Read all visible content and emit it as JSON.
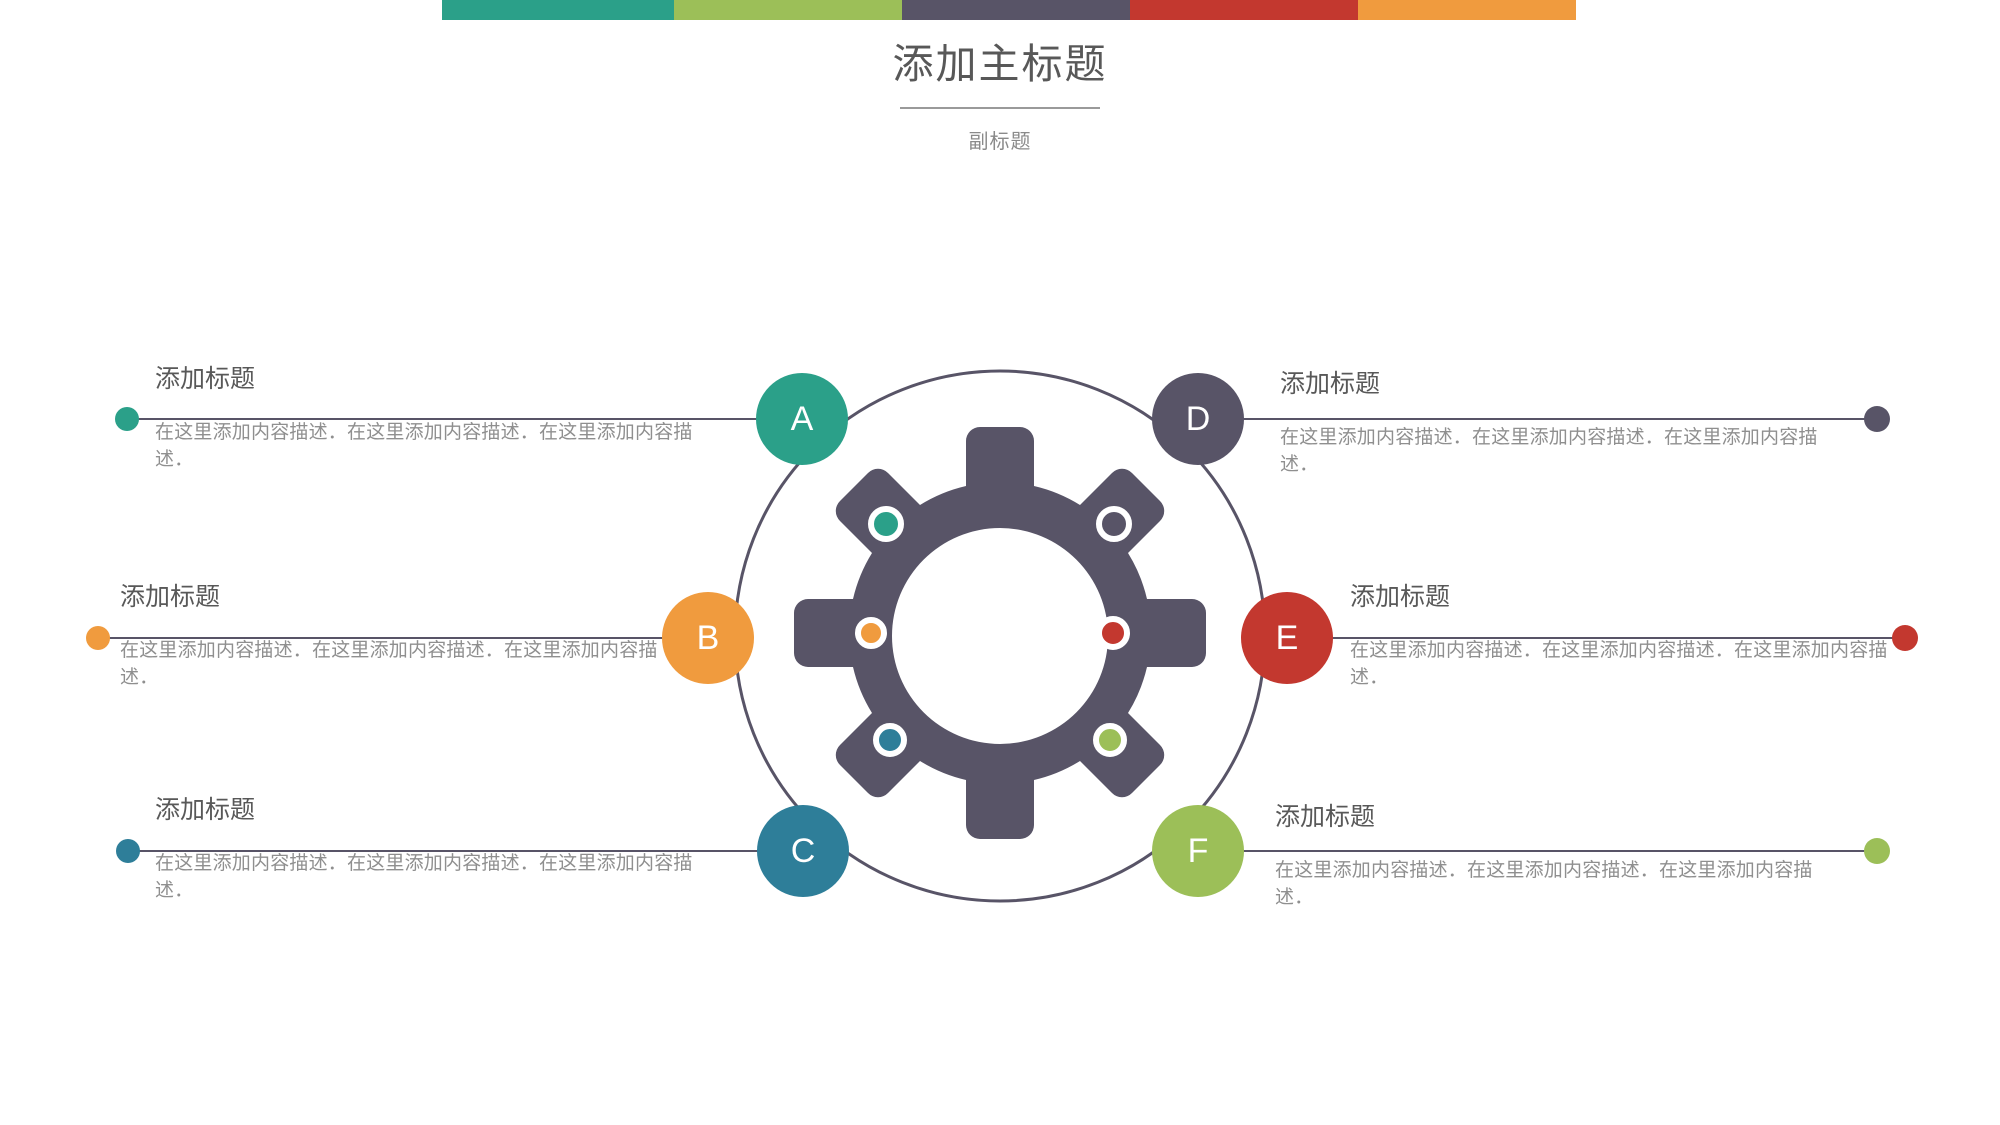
{
  "header": {
    "main_title": "添加主标题",
    "subtitle": "副标题",
    "bar_segments": [
      {
        "name": "segment-teal",
        "color": "#2BA089"
      },
      {
        "name": "segment-green",
        "color": "#9CBF58"
      },
      {
        "name": "segment-slate",
        "color": "#585467"
      },
      {
        "name": "segment-red",
        "color": "#C3382F"
      },
      {
        "name": "segment-orange",
        "color": "#F09B3E"
      }
    ]
  },
  "diagram": {
    "center_label": "gear-graphic",
    "gear_color": "#585467",
    "ring_color": "#585467",
    "gear_dots": [
      {
        "name": "gear-dot-top-left",
        "color": "#2BA089",
        "filled": true
      },
      {
        "name": "gear-dot-top-right",
        "color": "#585467",
        "filled": false
      },
      {
        "name": "gear-dot-middle-left",
        "color": "#F09B3E",
        "filled": true
      },
      {
        "name": "gear-dot-middle-right",
        "color": "#C3382F",
        "filled": true
      },
      {
        "name": "gear-dot-bottom-left",
        "color": "#2E7E99",
        "filled": true
      },
      {
        "name": "gear-dot-bottom-right",
        "color": "#9CBF58",
        "filled": true
      }
    ],
    "items": [
      {
        "key": "A",
        "letter": "A",
        "side": "left",
        "color": "#2BA089",
        "title": "添加标题",
        "body": "在这里添加内容描述．在这里添加内容描述．在这里添加内容描述．"
      },
      {
        "key": "B",
        "letter": "B",
        "side": "left",
        "color": "#F09B3E",
        "title": "添加标题",
        "body": "在这里添加内容描述．在这里添加内容描述．在这里添加内容描述．"
      },
      {
        "key": "C",
        "letter": "C",
        "side": "left",
        "color": "#2E7E99",
        "title": "添加标题",
        "body": "在这里添加内容描述．在这里添加内容描述．在这里添加内容描述．"
      },
      {
        "key": "D",
        "letter": "D",
        "side": "right",
        "color": "#585467",
        "title": "添加标题",
        "body": "在这里添加内容描述．在这里添加内容描述．在这里添加内容描述．"
      },
      {
        "key": "E",
        "letter": "E",
        "side": "right",
        "color": "#C3382F",
        "title": "添加标题",
        "body": "在这里添加内容描述．在这里添加内容描述．在这里添加内容描述．"
      },
      {
        "key": "F",
        "letter": "F",
        "side": "right",
        "color": "#9CBF58",
        "title": "添加标题",
        "body": "在这里添加内容描述．在这里添加内容描述．在这里添加内容描述．"
      }
    ]
  }
}
